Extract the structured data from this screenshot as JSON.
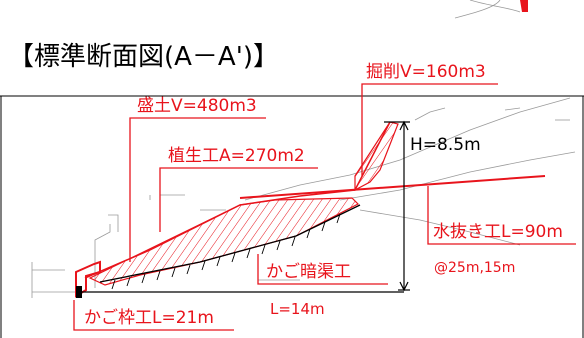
{
  "title": "【標準断面図(A－A')】",
  "labels": {
    "excavation": "掘削V=160m3",
    "embankment": "盛土V=480m3",
    "vegetation": "植生工A=270m2",
    "height": "H=8.5m",
    "drainage": "水抜き工L=90m",
    "drainage_spacing": "@25m,15m",
    "gabion_culvert": "かご暗渠工",
    "length": "L=14m",
    "gabion_frame": "かご枠工L=21m"
  },
  "colors": {
    "annotation_red": "#e8141c",
    "hatch_red": "#e8141c",
    "drawing_gray": "#9a9a9a",
    "text_black": "#000000"
  }
}
